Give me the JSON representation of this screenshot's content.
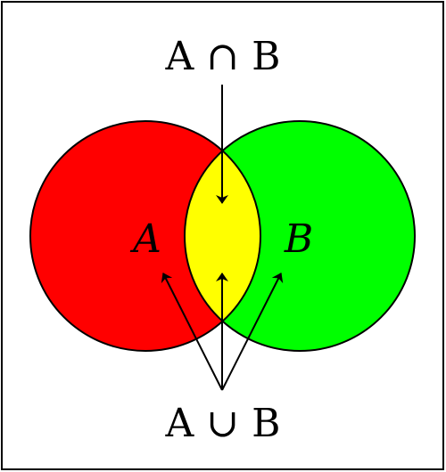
{
  "diagram": {
    "labels": {
      "set_a": "A",
      "set_b": "B",
      "intersection": "A ∩ B",
      "union": "A ∪ B"
    },
    "colors": {
      "set_a_fill": "#ff0000",
      "set_b_fill": "#00ff00",
      "intersection_fill": "#ffff00",
      "outline": "#000000",
      "frame": "#000000",
      "background": "#ffffff"
    }
  }
}
